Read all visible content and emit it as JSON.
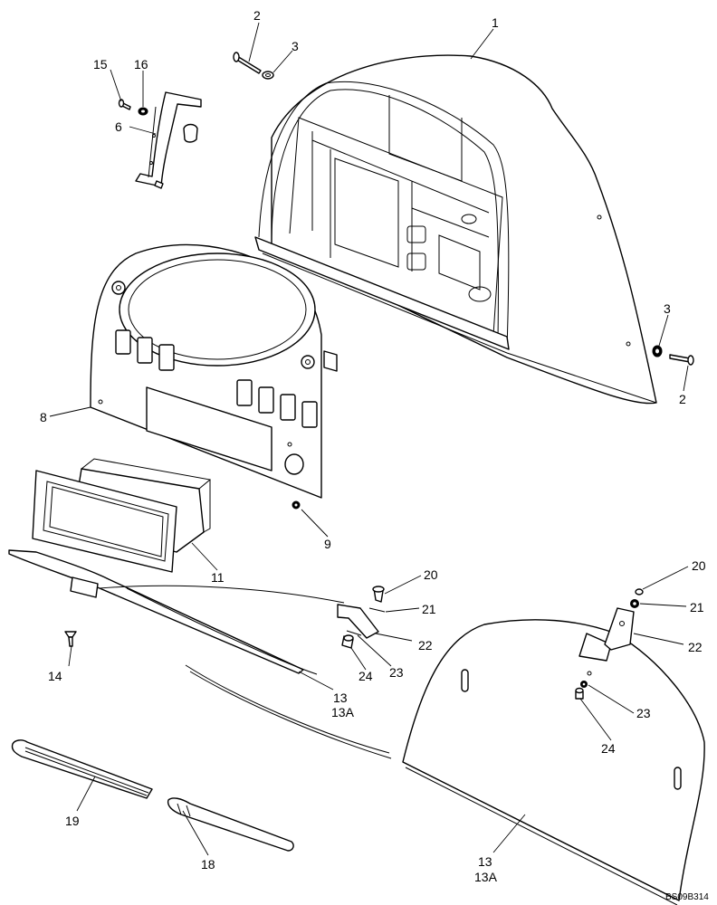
{
  "drawing_ref": "BS09B314",
  "callouts": [
    {
      "id": "c1",
      "text": "1"
    },
    {
      "id": "c2a",
      "text": "2"
    },
    {
      "id": "c3a",
      "text": "3"
    },
    {
      "id": "c15",
      "text": "15"
    },
    {
      "id": "c16",
      "text": "16"
    },
    {
      "id": "c6",
      "text": "6"
    },
    {
      "id": "c3b",
      "text": "3"
    },
    {
      "id": "c2b",
      "text": "2"
    },
    {
      "id": "c8",
      "text": "8"
    },
    {
      "id": "c9",
      "text": "9"
    },
    {
      "id": "c11",
      "text": "11"
    },
    {
      "id": "c20a",
      "text": "20"
    },
    {
      "id": "c21a",
      "text": "21"
    },
    {
      "id": "c22a",
      "text": "22"
    },
    {
      "id": "c23a",
      "text": "23"
    },
    {
      "id": "c24a",
      "text": "24"
    },
    {
      "id": "c14",
      "text": "14"
    },
    {
      "id": "c13a",
      "text": "13"
    },
    {
      "id": "c13Aa",
      "text": "13A"
    },
    {
      "id": "c20b",
      "text": "20"
    },
    {
      "id": "c21b",
      "text": "21"
    },
    {
      "id": "c22b",
      "text": "22"
    },
    {
      "id": "c23b",
      "text": "23"
    },
    {
      "id": "c24b",
      "text": "24"
    },
    {
      "id": "c19",
      "text": "19"
    },
    {
      "id": "c18",
      "text": "18"
    },
    {
      "id": "c13b",
      "text": "13"
    },
    {
      "id": "c13Ab",
      "text": "13A"
    }
  ]
}
